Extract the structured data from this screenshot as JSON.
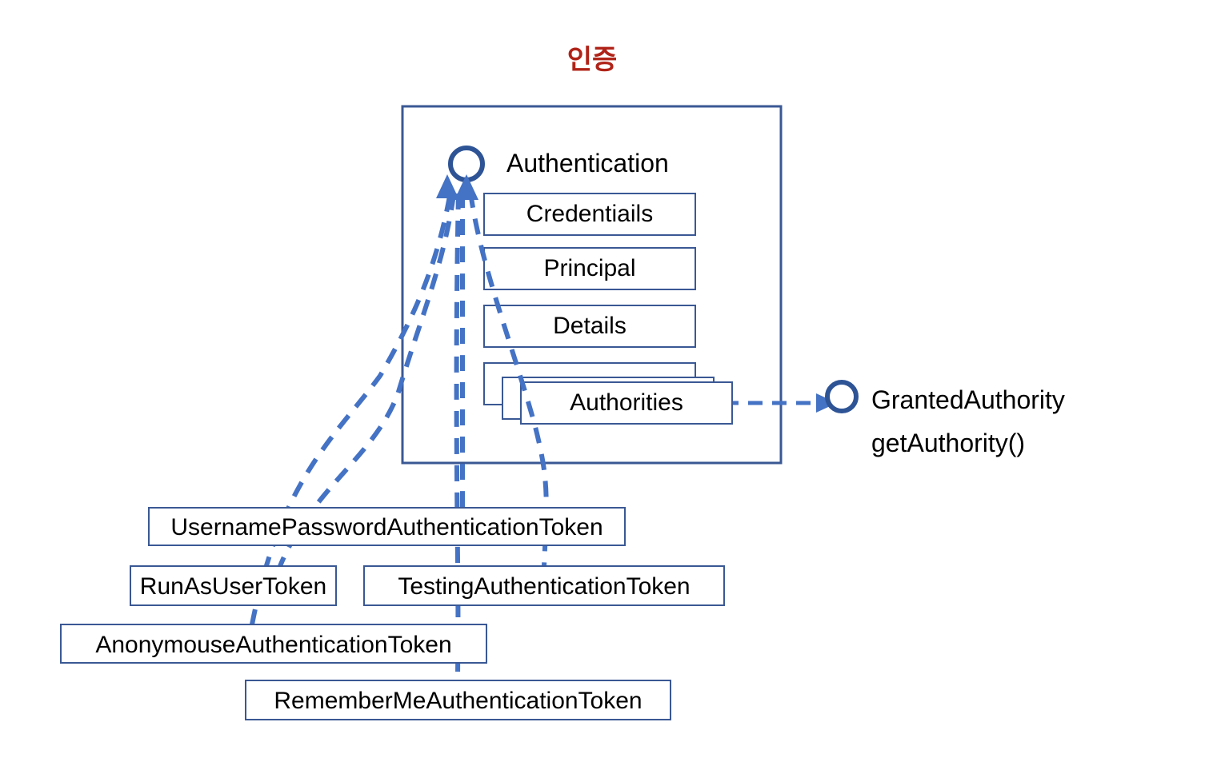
{
  "diagram": {
    "title": "인증",
    "title_color": "#B02318",
    "line_color": "#4472C4",
    "stroke_color": "#2E5496",
    "box_border_color": "#3A5894",
    "background": "#FFFFFF"
  },
  "package": {
    "name": "authentication-package",
    "interface": {
      "label": "Authentication",
      "icon": "lollipop-interface-icon"
    },
    "fields": [
      {
        "label": "Credentiails"
      },
      {
        "label": "Principal"
      },
      {
        "label": "Details"
      },
      {
        "label": "Authorities",
        "stacked": true
      }
    ]
  },
  "granted_authority": {
    "icon": "lollipop-interface-icon",
    "label": "GrantedAuthority",
    "method": "getAuthority()"
  },
  "tokens": [
    {
      "label": "UsernamePasswordAuthenticationToken"
    },
    {
      "label": "RunAsUserToken"
    },
    {
      "label": "TestingAuthenticationToken"
    },
    {
      "label": "AnonymouseAuthenticationToken"
    },
    {
      "label": "RememberMeAuthenticationToken"
    }
  ]
}
